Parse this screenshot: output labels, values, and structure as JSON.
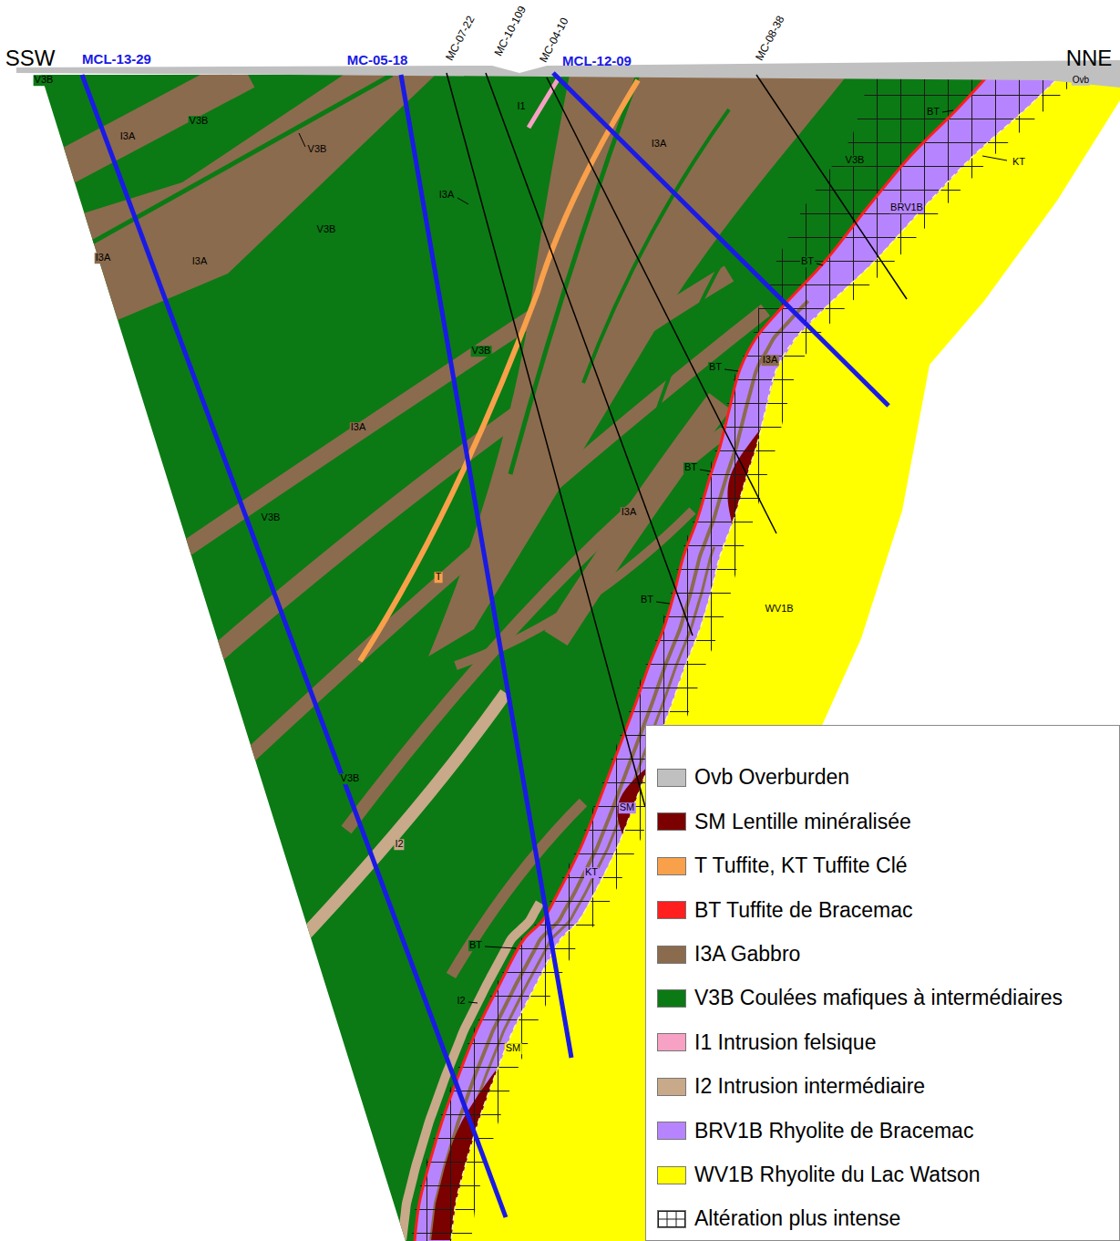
{
  "diagram": {
    "labels": [
      "SSW",
      "MCL-13-29",
      "MC-05-18",
      "MC-07-22",
      "MC-10-109",
      "MC-04-10",
      "MCL-12-09",
      "MC-08-38",
      "NNE",
      "Ovb",
      "V3B",
      "I3A",
      "V3B",
      "V3B",
      "V3B",
      "I3A",
      "I3A",
      "I1",
      "I3A",
      "I3A",
      "V3B",
      "BT",
      "KT",
      "BRV1B",
      "BT",
      "V3B",
      "BT",
      "I3A",
      "I3A",
      "BT",
      "V3B",
      "I3A",
      "T",
      "BT",
      "WV1B",
      "V3B",
      "SM",
      "I2",
      "KT",
      "BT",
      "I2",
      "SM"
    ],
    "legend": [
      {
        "text": "Ovb Overburden",
        "color": "#c0c0c0"
      },
      {
        "text": "SM Lentille minéralisée",
        "color": "#7b0000"
      },
      {
        "text": "T Tuffite, KT Tuffite Clé",
        "color": "#f9a04b"
      },
      {
        "text": "BT Tuffite de Bracemac",
        "color": "#ff1f1f"
      },
      {
        "text": "I3A Gabbro",
        "color": "#8b6b4d"
      },
      {
        "text": "V3B Coulées mafiques à intermédiaires",
        "color": "#0b7a14"
      },
      {
        "text": "I1 Intrusion felsique",
        "color": "#f7a1c4"
      },
      {
        "text": "I2 Intrusion intermédiaire",
        "color": "#c8a98a"
      },
      {
        "text": "BRV1B Rhyolite de Bracemac",
        "color": "#b784ff"
      },
      {
        "text": "WV1B Rhyolite du Lac Watson",
        "color": "#ffff00"
      },
      {
        "text": "Altération plus intense"
      }
    ]
  }
}
